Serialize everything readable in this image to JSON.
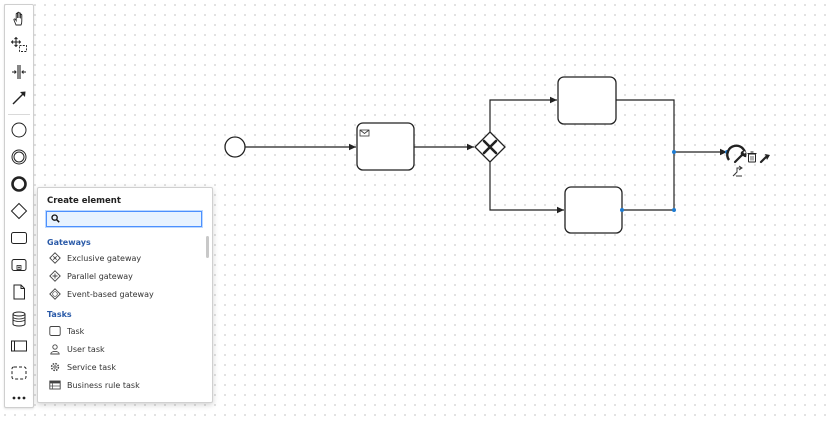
{
  "palette": {
    "tools": [
      {
        "name": "hand-tool-icon"
      },
      {
        "name": "lasso-tool-icon"
      },
      {
        "name": "space-tool-icon"
      },
      {
        "name": "global-connect-tool-icon"
      },
      {
        "name": "start-event-icon"
      },
      {
        "name": "intermediate-event-icon"
      },
      {
        "name": "end-event-icon"
      },
      {
        "name": "gateway-icon"
      },
      {
        "name": "task-icon"
      },
      {
        "name": "subprocess-icon"
      },
      {
        "name": "data-object-icon"
      },
      {
        "name": "data-store-icon"
      },
      {
        "name": "pool-icon"
      },
      {
        "name": "group-icon"
      },
      {
        "name": "more-icon"
      }
    ]
  },
  "popup": {
    "title": "Create element",
    "search_value": "",
    "groups": [
      {
        "title": "Gateways",
        "entries": [
          {
            "label": "Exclusive gateway",
            "icon": "exclusive-gateway-icon"
          },
          {
            "label": "Parallel gateway",
            "icon": "parallel-gateway-icon"
          },
          {
            "label": "Event-based gateway",
            "icon": "event-based-gateway-icon"
          }
        ]
      },
      {
        "title": "Tasks",
        "entries": [
          {
            "label": "Task",
            "icon": "task-icon"
          },
          {
            "label": "User task",
            "icon": "user-task-icon"
          },
          {
            "label": "Service task",
            "icon": "service-task-icon"
          },
          {
            "label": "Business rule task",
            "icon": "business-rule-task-icon"
          }
        ]
      }
    ]
  },
  "colors": {
    "selection": "#1e7bd1",
    "stroke": "#222222",
    "group_title": "#2a5aa8"
  }
}
